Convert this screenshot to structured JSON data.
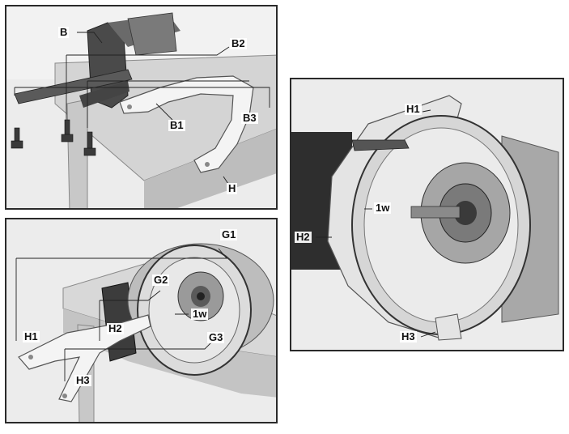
{
  "panel_a": {
    "callouts": {
      "b": "B",
      "b1": "B1",
      "b2": "B2",
      "b3": "B3",
      "h": "H"
    }
  },
  "panel_b": {
    "callouts": {
      "g1": "G1",
      "g2": "G2",
      "g3": "G3",
      "w1": "1w",
      "h1": "H1",
      "h2": "H2",
      "h3": "H3"
    }
  },
  "panel_c": {
    "callouts": {
      "h1": "H1",
      "w1": "1w",
      "h2": "H2",
      "h3": "H3"
    }
  }
}
